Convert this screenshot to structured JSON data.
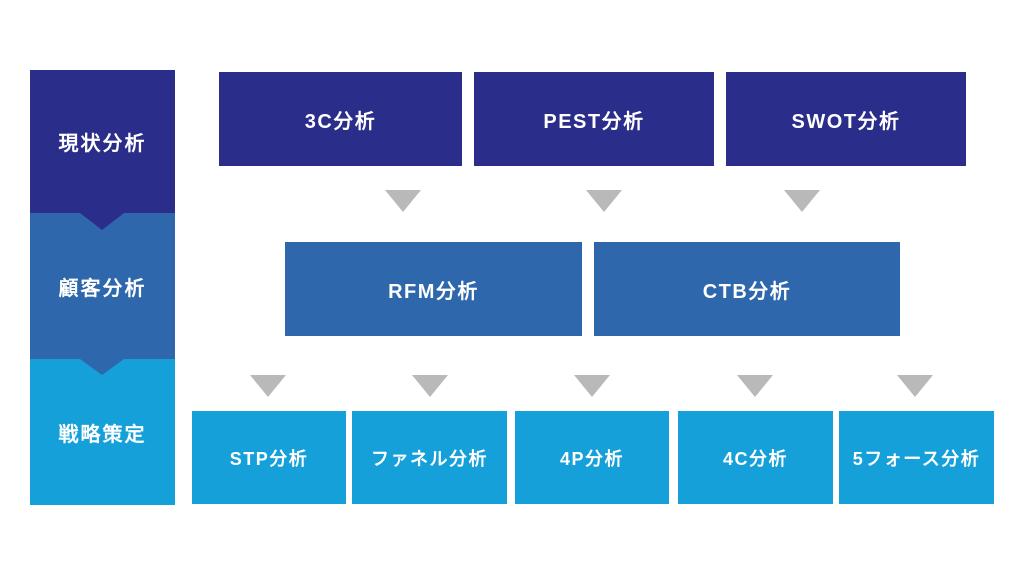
{
  "colors": {
    "navy": "#2a2d8a",
    "blue": "#2e67ab",
    "lightblue": "#16a0d9",
    "arrow": "#b9b9b9",
    "text": "#ffffff"
  },
  "sidebar": {
    "stages": [
      {
        "label": "現状分析"
      },
      {
        "label": "顧客分析"
      },
      {
        "label": "戦略策定"
      }
    ]
  },
  "rows": {
    "current_analysis": [
      "3C分析",
      "PEST分析",
      "SWOT分析"
    ],
    "customer_analysis": [
      "RFM分析",
      "CTB分析"
    ],
    "strategy": [
      "STP分析",
      "ファネル分析",
      "4P分析",
      "4C分析",
      "5フォース分析"
    ]
  }
}
